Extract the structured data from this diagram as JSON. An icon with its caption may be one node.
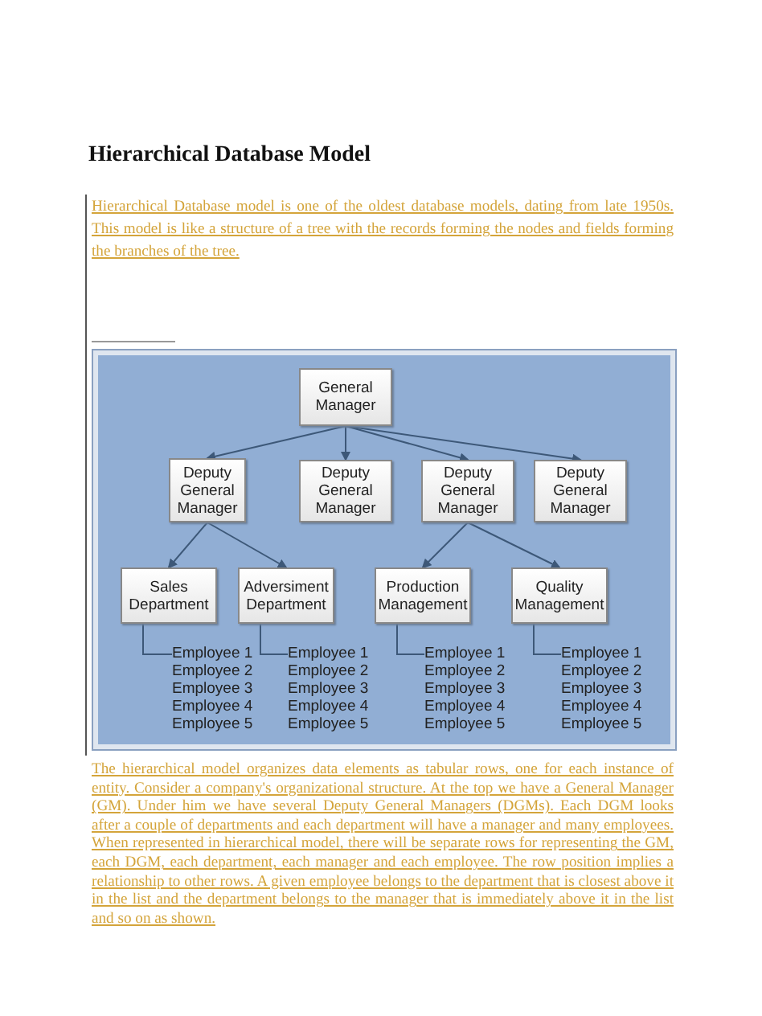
{
  "diagram": {
    "title": "Hierarchical Database Model",
    "nodes": [
      {
        "text": [
          "General Manager"
        ]
      },
      {
        "text": [
          "Deputy General Manager"
        ]
      },
      {
        "text": [
          "Deputy General Manager"
        ]
      },
      {
        "text": [
          "Deputy General Manager"
        ]
      },
      {
        "text": [
          "Deputy General Manager"
        ]
      },
      {
        "text": [
          "Sales Department"
        ]
      },
      {
        "text": [
          "Adversiment Department"
        ]
      },
      {
        "text": [
          "Production Management"
        ]
      },
      {
        "text": [
          "Quality Management"
        ]
      },
      {
        "text": [
          "Employee 1",
          "Employee 2",
          "Employee 3",
          "Employee 4",
          "Employee 5"
        ]
      },
      {
        "text": [
          "Employee 1",
          "Employee 2",
          "Employee 3",
          "Employee 4",
          "Employee 5"
        ]
      },
      {
        "text": [
          "Employee 1",
          "Employee 2",
          "Employee 3",
          "Employee 4",
          "Employee 5"
        ]
      },
      {
        "text": [
          "Employee 1",
          "Employee 2",
          "Employee 3",
          "Employee 4",
          "Employee 5"
        ]
      }
    ],
    "edges": [
      {
        "from": 0,
        "to": 1,
        "arrow": "to"
      },
      {
        "from": 0,
        "to": 2,
        "arrow": "to"
      },
      {
        "from": 0,
        "to": 3,
        "arrow": "to"
      },
      {
        "from": 0,
        "to": 4,
        "arrow": "to"
      },
      {
        "from": 1,
        "to": 5,
        "arrow": "to"
      },
      {
        "from": 1,
        "to": 6,
        "arrow": "to"
      },
      {
        "from": 3,
        "to": 7,
        "arrow": "to"
      },
      {
        "from": 3,
        "to": 8,
        "arrow": "to"
      },
      {
        "from": 5,
        "to": 9,
        "arrow": "none"
      },
      {
        "from": 6,
        "to": 10,
        "arrow": "none"
      },
      {
        "from": 7,
        "to": 11,
        "arrow": "none"
      },
      {
        "from": 8,
        "to": 12,
        "arrow": "none"
      }
    ],
    "labels": [
      "Hierarchical Database model is one of the oldest database models, dating from late 1950s. This model is like a structure of a tree with the records forming the nodes and fields forming the branches of the tree.",
      "The hierarchical model organizes data elements as tabular rows, one for each instance of entity. Consider a company's organizational structure. At the top we have a General Manager (GM). Under him we have several Deputy General Managers (DGMs). Each DGM looks after a couple of departments and each department will have a manager and many employees. When represented in hierarchical model, there will be separate rows for representing the GM, each DGM, each department, each manager and each employee. The row position implies a relationship to other rows. A given employee belongs to the department that is closest above it in the list and the department belongs to the manager that is immediately above it in the list and so on as shown."
    ]
  }
}
